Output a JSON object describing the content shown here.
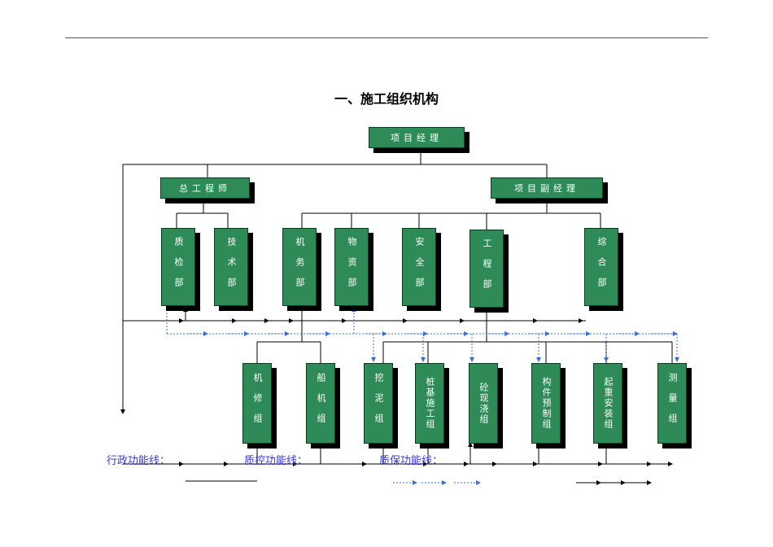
{
  "title": "一、施工组织机构",
  "nodes": {
    "manager": "项目经理",
    "chief_engineer": "总工程师",
    "deputy_manager": "项目副经理",
    "quality_dept": "质检部",
    "tech_dept": "技术部",
    "machine_dept": "机务部",
    "material_dept": "物资部",
    "safety_dept": "安全部",
    "engineering_dept": "工程部",
    "general_dept": "综合部",
    "repair_group": "机修组",
    "ship_group": "船机组",
    "dredge_group": "挖泥组",
    "pile_group": "桩基施工组",
    "concrete_group": "砼现浇组",
    "precast_group": "构件预制组",
    "lifting_group": "起重安装组",
    "survey_group": "测量组"
  },
  "legend": {
    "admin_line": "行政功能线：",
    "qc_line": "质控功能线：",
    "qa_line": "质保功能线："
  },
  "colors": {
    "box_fill": "#2e8b57",
    "box_shadow": "#000000",
    "line": "#000000",
    "dotted": "#3a6fd8",
    "legend_text": "#3a3ad0"
  }
}
